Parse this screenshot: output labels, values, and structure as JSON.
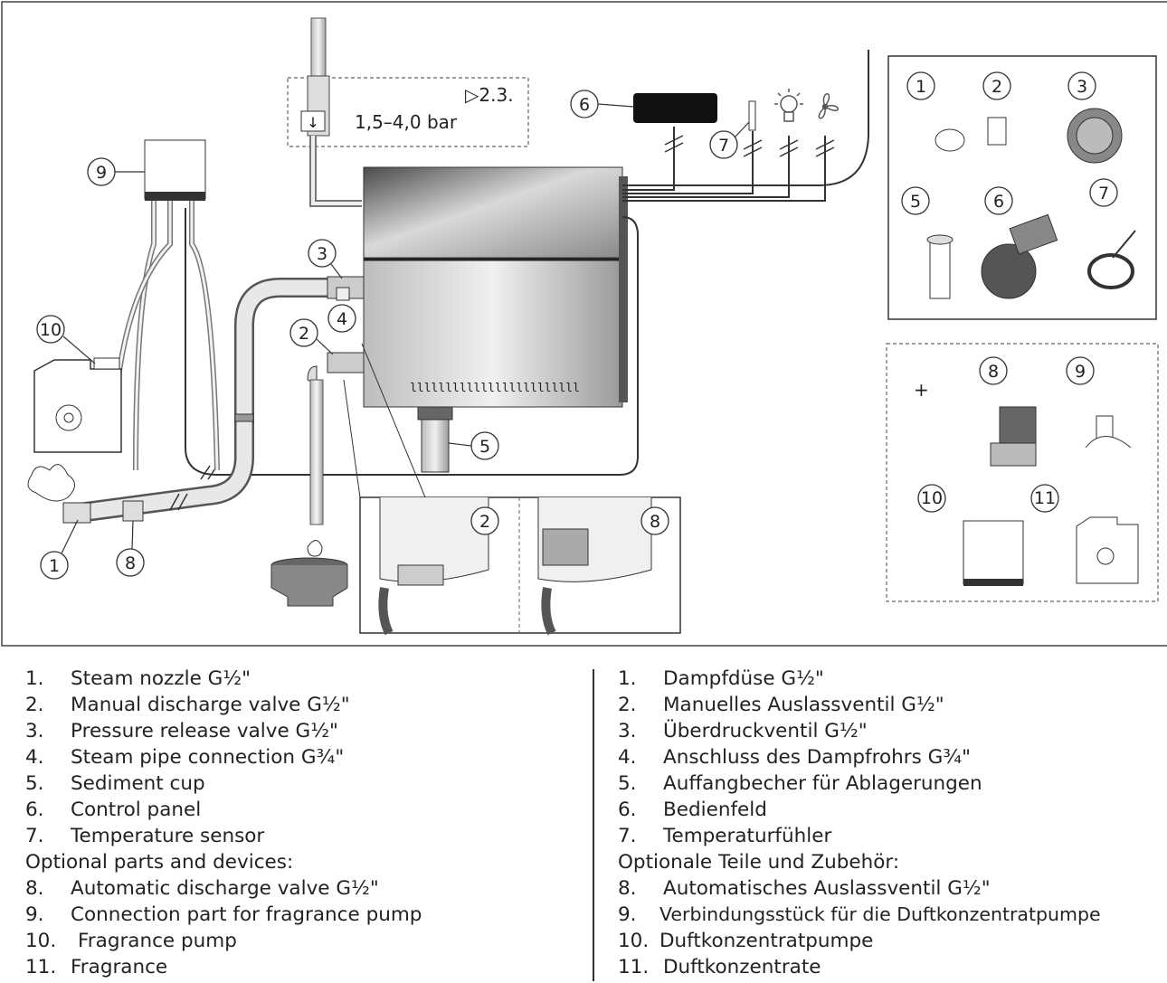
{
  "diagram": {
    "callouts": [
      "1",
      "2",
      "3",
      "4",
      "5",
      "6",
      "7",
      "8",
      "9",
      "10",
      "11"
    ],
    "inlet_ref": "▷2.3.",
    "pressure": "1,5–4,0 bar",
    "optional_plus": "+"
  },
  "legend_en": {
    "items": [
      {
        "num": "1.",
        "text": "Steam nozzle G½\""
      },
      {
        "num": "2.",
        "text": "Manual discharge valve G½\""
      },
      {
        "num": "3.",
        "text": "Pressure release valve G½\""
      },
      {
        "num": "4.",
        "text": "Steam pipe connection G¾\""
      },
      {
        "num": "5.",
        "text": "Sediment cup"
      },
      {
        "num": "6.",
        "text": "Control panel"
      },
      {
        "num": "7.",
        "text": "Temperature sensor"
      }
    ],
    "optional_heading": "Optional parts and devices:",
    "optional_items": [
      {
        "num": "8.",
        "text": "Automatic discharge valve G½\""
      },
      {
        "num": "9.",
        "text": "Connection part for fragrance pump"
      },
      {
        "num": "10.",
        "text": "Fragrance pump"
      },
      {
        "num": "11.",
        "text": "Fragrance"
      }
    ]
  },
  "legend_de": {
    "items": [
      {
        "num": "1.",
        "text": "Dampfdüse G½\""
      },
      {
        "num": "2.",
        "text": "Manuelles Auslassventil G½\""
      },
      {
        "num": "3.",
        "text": "Überdruckventil G½\""
      },
      {
        "num": "4.",
        "text": "Anschluss des Dampfrohrs G¾\""
      },
      {
        "num": "5.",
        "text": "Auffangbecher für Ablagerungen"
      },
      {
        "num": "6.",
        "text": "Bedienfeld"
      },
      {
        "num": "7.",
        "text": "Temperaturfühler"
      }
    ],
    "optional_heading": "Optionale Teile und Zubehör:",
    "optional_items": [
      {
        "num": "8.",
        "text": "Automatisches Auslassventil G½\""
      },
      {
        "num": "9.",
        "text": "Verbindungsstück für die Duftkonzentratpumpe"
      },
      {
        "num": "10.",
        "text": "Duftkonzentratpumpe"
      },
      {
        "num": "11.",
        "text": "Duftkonzentrate"
      }
    ]
  }
}
